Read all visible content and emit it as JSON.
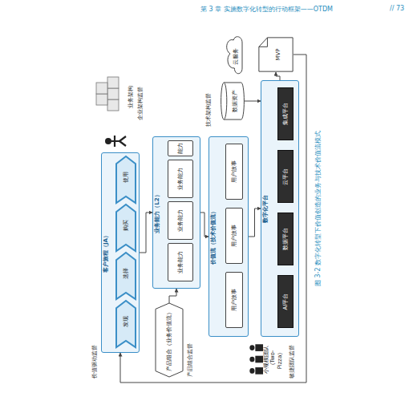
{
  "diagram": {
    "caption": "图 3-2  数字化转型下价值创造的业务与技术价值流模式",
    "nodes": [
      {
        "text": [
          "客户旅程（JA）"
        ]
      },
      {
        "text": [
          "发现"
        ],
        "in": 0
      },
      {
        "text": [
          "选择"
        ],
        "in": 0
      },
      {
        "text": [
          "购买"
        ],
        "in": 0
      },
      {
        "text": [
          "使用"
        ],
        "in": 0
      },
      {
        "text": [
          "业务能力（L2）"
        ]
      },
      {
        "text": [
          "业务能力"
        ],
        "in": 5
      },
      {
        "text": [
          "业务能力"
        ],
        "in": 5
      },
      {
        "text": [
          "业务能力"
        ],
        "in": 5
      },
      {
        "text": [
          "能力"
        ],
        "in": 5
      },
      {
        "text": [
          "产品组合（业务价值流）"
        ]
      },
      {
        "text": [
          "价值流（技术价值流）"
        ]
      },
      {
        "text": [
          "用户故事"
        ],
        "in": 11
      },
      {
        "text": [
          "用户故事"
        ],
        "in": 11
      },
      {
        "text": [
          "用户故事"
        ],
        "in": 11
      },
      {
        "text": [
          "数字化平台"
        ]
      },
      {
        "text": [
          "AI平台"
        ],
        "in": 15
      },
      {
        "text": [
          "数据平台"
        ],
        "in": 15
      },
      {
        "text": [
          "云平台"
        ],
        "in": 15
      },
      {
        "text": [
          "集成平台"
        ],
        "in": 15
      },
      {
        "text": [
          "MVP"
        ]
      },
      {
        "text": [
          "数据资产"
        ]
      },
      {
        "text": [
          "云服务"
        ]
      },
      {
        "text": [
          "小规模团队（Two-Pizza）"
        ]
      }
    ],
    "edges": [
      {
        "from": 0,
        "to": 5,
        "arrow": "to"
      },
      {
        "from": 10,
        "to": 5,
        "arrow": "to"
      },
      {
        "from": 5,
        "to": 11,
        "arrow": "to"
      },
      {
        "from": 11,
        "to": 15,
        "arrow": "to"
      },
      {
        "from": 15,
        "to": 20,
        "arrow": "to"
      },
      {
        "from": 21,
        "to": 15,
        "arrow": "to"
      },
      {
        "from": 20,
        "to": 0,
        "arrow": "to"
      }
    ],
    "labels": [
      "价值驱动监督",
      "业务架构",
      "企业架构监督",
      "产品组合监督",
      "技术架构监督",
      "敏捷团队监督",
      "第 3 章  实施数字化转型的行动框架——OTDM",
      "// 73"
    ]
  }
}
